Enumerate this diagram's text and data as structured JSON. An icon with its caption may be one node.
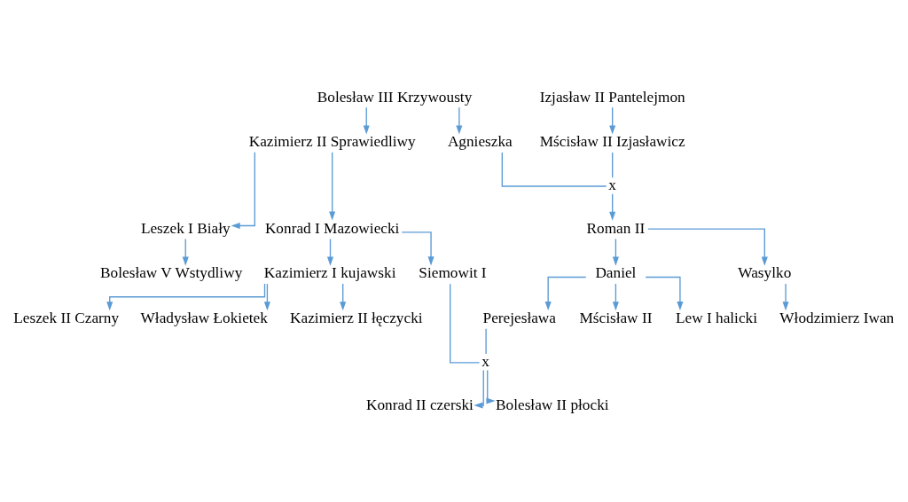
{
  "diagram": {
    "nodes": [
      {
        "text": [
          "Bolesław III Krzywousty"
        ]
      },
      {
        "text": [
          "Izjasław II Pantelejmon"
        ]
      },
      {
        "text": [
          "Kazimierz II Sprawiedliwy"
        ]
      },
      {
        "text": [
          "Agnieszka"
        ]
      },
      {
        "text": [
          "Mścisław II Izjasławicz"
        ]
      },
      {
        "text": [
          "x"
        ]
      },
      {
        "text": [
          "Leszek I Biały"
        ]
      },
      {
        "text": [
          "Konrad I Mazowiecki"
        ]
      },
      {
        "text": [
          "Roman II"
        ]
      },
      {
        "text": [
          "Bolesław V Wstydliwy"
        ]
      },
      {
        "text": [
          "Kazimierz I kujawski"
        ]
      },
      {
        "text": [
          "Siemowit I"
        ]
      },
      {
        "text": [
          "Daniel"
        ]
      },
      {
        "text": [
          "Wasylko"
        ]
      },
      {
        "text": [
          "Leszek II Czarny"
        ]
      },
      {
        "text": [
          "Władysław Łokietek"
        ]
      },
      {
        "text": [
          "Kazimierz II łęczycki"
        ]
      },
      {
        "text": [
          "Perejesława"
        ]
      },
      {
        "text": [
          "Mścisław II"
        ]
      },
      {
        "text": [
          "Lew I halicki"
        ]
      },
      {
        "text": [
          "Włodzimierz Iwan"
        ]
      },
      {
        "text": [
          "x"
        ]
      },
      {
        "text": [
          "Konrad II czerski"
        ]
      },
      {
        "text": [
          "Bolesław II płocki"
        ]
      }
    ],
    "edges": [
      {
        "from": 0,
        "to": 2,
        "arrow": "to"
      },
      {
        "from": 0,
        "to": 3,
        "arrow": "to"
      },
      {
        "from": 1,
        "to": 4,
        "arrow": "to"
      },
      {
        "from": 3,
        "to": 5,
        "arrow": "none"
      },
      {
        "from": 4,
        "to": 5,
        "arrow": "none"
      },
      {
        "from": 5,
        "to": 8,
        "arrow": "to"
      },
      {
        "from": 2,
        "to": 6,
        "arrow": "to"
      },
      {
        "from": 2,
        "to": 7,
        "arrow": "to"
      },
      {
        "from": 6,
        "to": 9,
        "arrow": "to"
      },
      {
        "from": 7,
        "to": 10,
        "arrow": "to"
      },
      {
        "from": 7,
        "to": 11,
        "arrow": "to"
      },
      {
        "from": 8,
        "to": 12,
        "arrow": "to"
      },
      {
        "from": 8,
        "to": 13,
        "arrow": "to"
      },
      {
        "from": 10,
        "to": 14,
        "arrow": "to"
      },
      {
        "from": 10,
        "to": 15,
        "arrow": "to"
      },
      {
        "from": 10,
        "to": 16,
        "arrow": "to"
      },
      {
        "from": 12,
        "to": 17,
        "arrow": "to"
      },
      {
        "from": 12,
        "to": 18,
        "arrow": "to"
      },
      {
        "from": 12,
        "to": 19,
        "arrow": "to"
      },
      {
        "from": 13,
        "to": 20,
        "arrow": "to"
      },
      {
        "from": 11,
        "to": 21,
        "arrow": "none"
      },
      {
        "from": 17,
        "to": 21,
        "arrow": "none"
      },
      {
        "from": 21,
        "to": 22,
        "arrow": "to"
      },
      {
        "from": 21,
        "to": 23,
        "arrow": "to"
      }
    ]
  }
}
